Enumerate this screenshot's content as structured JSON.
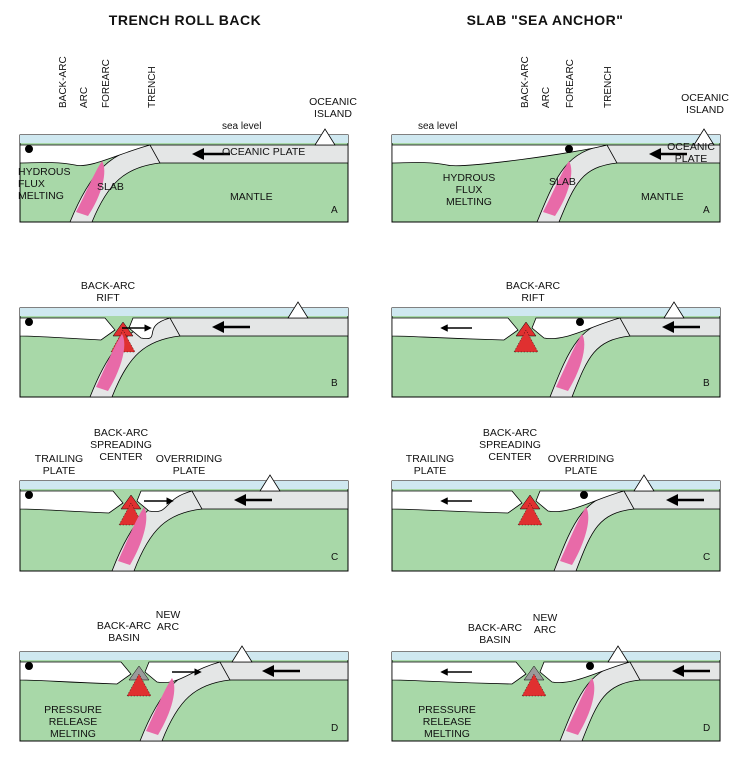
{
  "columns": {
    "left_title": "TRENCH ROLL BACK",
    "right_title": "SLAB \"SEA ANCHOR\""
  },
  "colors": {
    "sea": "#cfe8f0",
    "mantle": "#a8d8a8",
    "plate": "#e4e6e6",
    "melt_pink": "#e86aa8",
    "magma_red": "#e03030",
    "basin_gray": "#9a9a9a"
  },
  "panel_letters": {
    "a": "A",
    "b": "B",
    "c": "C",
    "d": "D"
  },
  "panel_a": {
    "back_arc": "BACK-ARC",
    "arc": "ARC",
    "forearc": "FOREARC",
    "trench": "TRENCH",
    "sea_level": "sea level",
    "oceanic_island": "OCEANIC ISLAND",
    "oceanic_plate": "OCEANIC PLATE",
    "hydrous_flux_melting": "HYDROUS FLUX MELTING",
    "slab": "SLAB",
    "mantle": "MANTLE"
  },
  "panel_b": {
    "back_arc_rift": "BACK-ARC RIFT"
  },
  "panel_c": {
    "trailing_plate": "TRAILING PLATE",
    "spreading_center": "BACK-ARC SPREADING CENTER",
    "overriding_plate": "OVERRIDING PLATE"
  },
  "panel_d": {
    "new_arc": "NEW ARC",
    "back_arc_basin": "BACK-ARC BASIN",
    "pressure_release_melting": "PRESSURE RELEASE MELTING"
  }
}
